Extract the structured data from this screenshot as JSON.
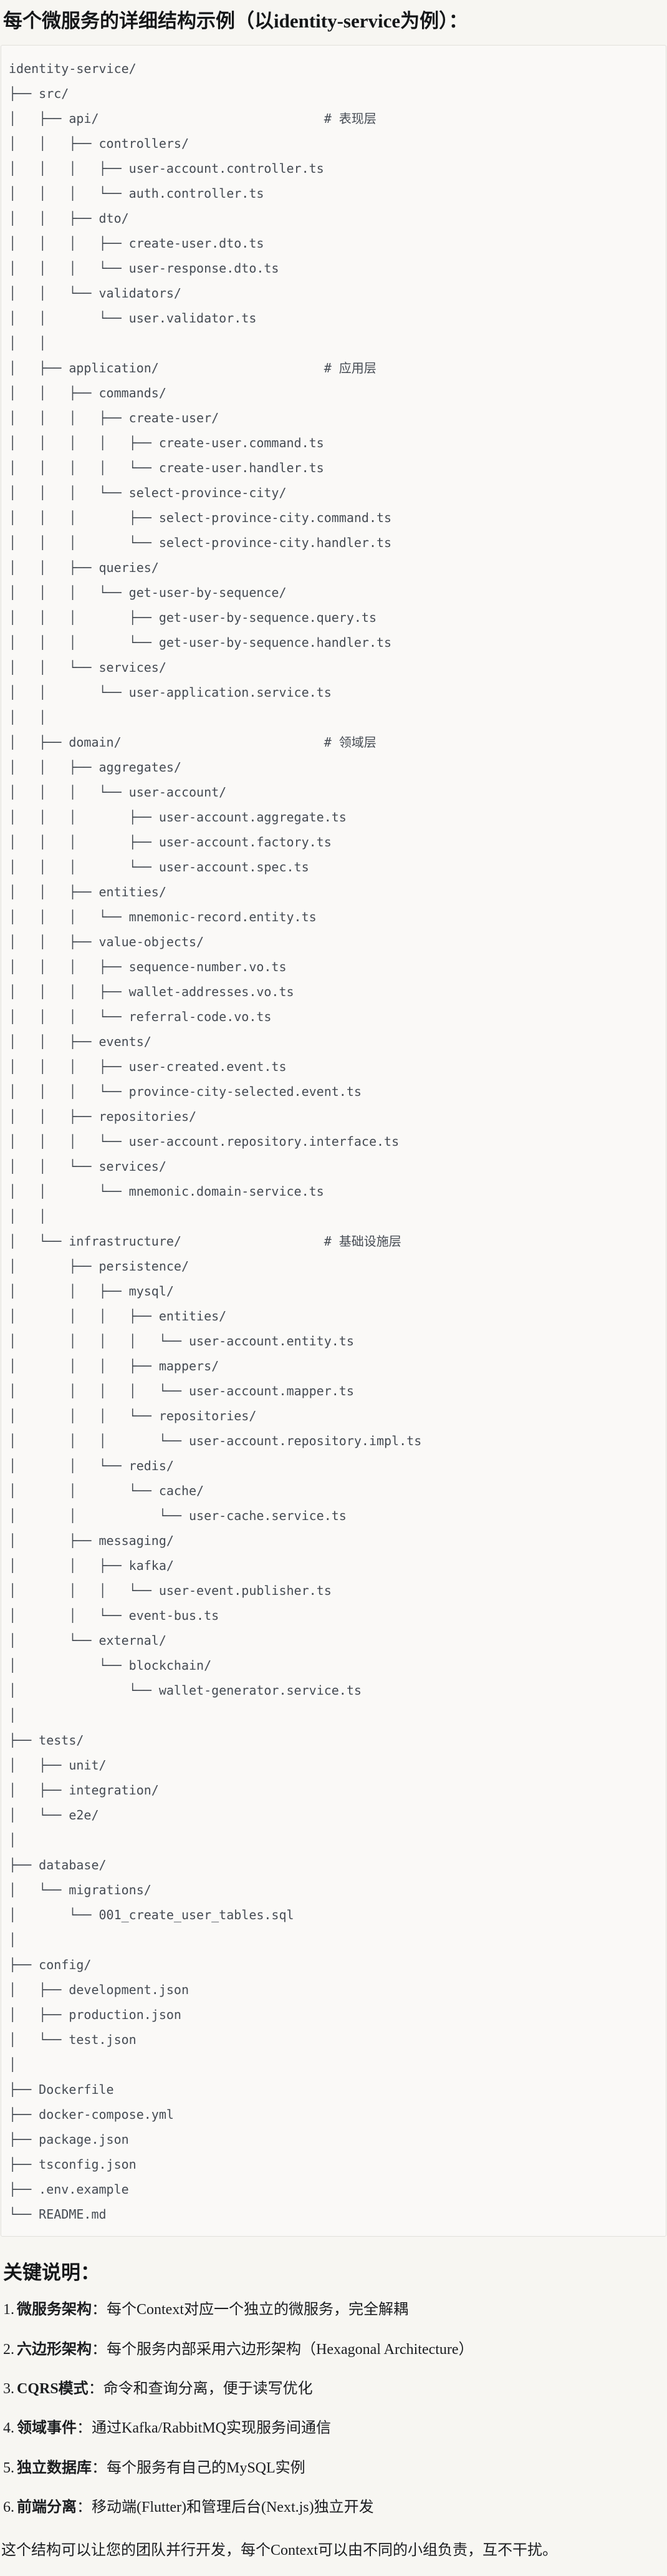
{
  "page": {
    "title": "每个微服务的详细结构示例（以identity-service为例）："
  },
  "tree": {
    "lines": [
      "identity-service/",
      "├── src/",
      "│   ├── api/                              # 表现层",
      "│   │   ├── controllers/",
      "│   │   │   ├── user-account.controller.ts",
      "│   │   │   └── auth.controller.ts",
      "│   │   ├── dto/",
      "│   │   │   ├── create-user.dto.ts",
      "│   │   │   └── user-response.dto.ts",
      "│   │   └── validators/",
      "│   │       └── user.validator.ts",
      "│   │",
      "│   ├── application/                      # 应用层",
      "│   │   ├── commands/",
      "│   │   │   ├── create-user/",
      "│   │   │   │   ├── create-user.command.ts",
      "│   │   │   │   └── create-user.handler.ts",
      "│   │   │   └── select-province-city/",
      "│   │   │       ├── select-province-city.command.ts",
      "│   │   │       └── select-province-city.handler.ts",
      "│   │   ├── queries/",
      "│   │   │   └── get-user-by-sequence/",
      "│   │   │       ├── get-user-by-sequence.query.ts",
      "│   │   │       └── get-user-by-sequence.handler.ts",
      "│   │   └── services/",
      "│   │       └── user-application.service.ts",
      "│   │",
      "│   ├── domain/                           # 领域层",
      "│   │   ├── aggregates/",
      "│   │   │   └── user-account/",
      "│   │   │       ├── user-account.aggregate.ts",
      "│   │   │       ├── user-account.factory.ts",
      "│   │   │       └── user-account.spec.ts",
      "│   │   ├── entities/",
      "│   │   │   └── mnemonic-record.entity.ts",
      "│   │   ├── value-objects/",
      "│   │   │   ├── sequence-number.vo.ts",
      "│   │   │   ├── wallet-addresses.vo.ts",
      "│   │   │   └── referral-code.vo.ts",
      "│   │   ├── events/",
      "│   │   │   ├── user-created.event.ts",
      "│   │   │   └── province-city-selected.event.ts",
      "│   │   ├── repositories/",
      "│   │   │   └── user-account.repository.interface.ts",
      "│   │   └── services/",
      "│   │       └── mnemonic.domain-service.ts",
      "│   │",
      "│   └── infrastructure/                   # 基础设施层",
      "│       ├── persistence/",
      "│       │   ├── mysql/",
      "│       │   │   ├── entities/",
      "│       │   │   │   └── user-account.entity.ts",
      "│       │   │   ├── mappers/",
      "│       │   │   │   └── user-account.mapper.ts",
      "│       │   │   └── repositories/",
      "│       │   │       └── user-account.repository.impl.ts",
      "│       │   └── redis/",
      "│       │       └── cache/",
      "│       │           └── user-cache.service.ts",
      "│       ├── messaging/",
      "│       │   ├── kafka/",
      "│       │   │   └── user-event.publisher.ts",
      "│       │   └── event-bus.ts",
      "│       └── external/",
      "│           └── blockchain/",
      "│               └── wallet-generator.service.ts",
      "│",
      "├── tests/",
      "│   ├── unit/",
      "│   ├── integration/",
      "│   └── e2e/",
      "│",
      "├── database/",
      "│   └── migrations/",
      "│       └── 001_create_user_tables.sql",
      "│",
      "├── config/",
      "│   ├── development.json",
      "│   ├── production.json",
      "│   └── test.json",
      "│",
      "├── Dockerfile",
      "├── docker-compose.yml",
      "├── package.json",
      "├── tsconfig.json",
      "├── .env.example",
      "└── README.md"
    ]
  },
  "notes": {
    "heading": "关键说明：",
    "items": [
      {
        "num": "1.",
        "label": "微服务架构",
        "text": "：每个Context对应一个独立的微服务，完全解耦"
      },
      {
        "num": "2.",
        "label": "六边形架构",
        "text": "：每个服务内部采用六边形架构（Hexagonal Architecture）"
      },
      {
        "num": "3.",
        "label": "CQRS模式",
        "text": "：命令和查询分离，便于读写优化"
      },
      {
        "num": "4.",
        "label": "领域事件",
        "text": "：通过Kafka/RabbitMQ实现服务间通信"
      },
      {
        "num": "5.",
        "label": "独立数据库",
        "text": "：每个服务有自己的MySQL实例"
      },
      {
        "num": "6.",
        "label": "前端分离",
        "text": "：移动端(Flutter)和管理后台(Next.js)独立开发"
      }
    ]
  },
  "footer": {
    "text": "这个结构可以让您的团队并行开发，每个Context可以由不同的小组负责，互不干扰。"
  }
}
